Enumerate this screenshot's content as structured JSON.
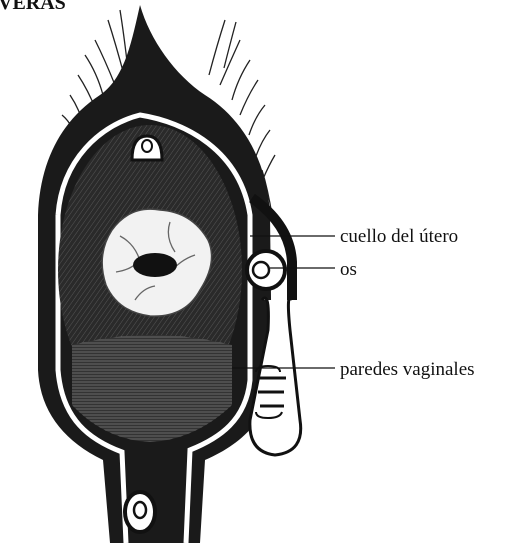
{
  "header": {
    "text": "VERAS"
  },
  "labels": [
    {
      "id": "cervix",
      "text": "cuello del útero"
    },
    {
      "id": "os",
      "text": "os"
    },
    {
      "id": "walls",
      "text": "paredes vaginales"
    }
  ],
  "colors": {
    "ink": "#111111",
    "background": "#ffffff"
  }
}
